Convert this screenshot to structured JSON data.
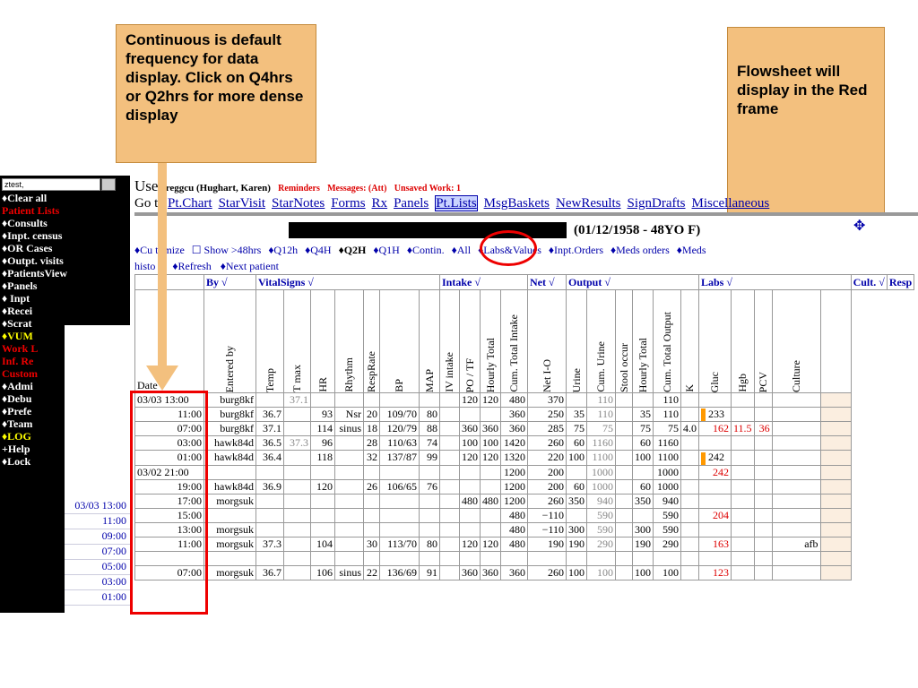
{
  "callouts": {
    "left": "Continuous is default frequency for data display. Click on Q4hrs or Q2hrs for more dense display",
    "right": "Flowsheet will display in the Red frame"
  },
  "leftnav": {
    "search_value": "ztest,",
    "items": [
      {
        "label": "♦Clear all",
        "color": "white"
      },
      {
        "label": "Patient Lists",
        "color": "red"
      },
      {
        "label": "♦Consults",
        "color": "white"
      },
      {
        "label": "♦Inpt. census",
        "color": "white"
      },
      {
        "label": "♦OR Cases",
        "color": "white"
      },
      {
        "label": "♦Outpt. visits",
        "color": "white"
      },
      {
        "label": "♦PatientsView",
        "color": "white"
      },
      {
        "label": "♦Panels",
        "color": "white"
      },
      {
        "label": "♦ Inpt",
        "color": "white"
      },
      {
        "label": "♦Recei",
        "color": "white"
      },
      {
        "label": "♦Scrat",
        "color": "white"
      },
      {
        "label": "♦VUM",
        "color": "yellow"
      },
      {
        "label": "Work L",
        "color": "red"
      },
      {
        "label": "Inf. Re",
        "color": "red"
      },
      {
        "label": "Custom",
        "color": "red"
      },
      {
        "label": "♦Admi",
        "color": "white"
      },
      {
        "label": "♦Debu",
        "color": "white"
      },
      {
        "label": "♦Prefe",
        "color": "white"
      },
      {
        "label": "♦Team",
        "color": "white"
      },
      {
        "label": "♦LOG",
        "color": "yellow"
      },
      {
        "label": "+Help",
        "color": "white"
      },
      {
        "label": "♦Lock",
        "color": "white"
      }
    ],
    "sub_times": [
      "03/03 13:00",
      "11:00",
      "09:00",
      "07:00",
      "05:00",
      "03:00",
      "01:00"
    ]
  },
  "header": {
    "user_prefix": "Use",
    "user": "vreggcu (Hughart, Karen)",
    "reminders": "Reminders",
    "messages": "Messages: (",
    "messages_suffix": "Att)",
    "unsaved": "Unsaved Work: 1",
    "goto_label": "Go t",
    "links": [
      "Pt.Chart",
      "StarVisit",
      "StarNotes",
      "Forms",
      "Rx",
      "Panels",
      "Pt.Lists",
      "MsgBaskets",
      "NewResults",
      "SignDrafts",
      "Miscellaneous"
    ],
    "dob": "(01/12/1958 - 48YO F)",
    "options": [
      "♦Cu tomize",
      "☐ Show >48hrs",
      "♦Q12h",
      "♦Q4H",
      "♦Q2H",
      "♦Q1H",
      "♦Contin.",
      "♦All",
      "♦Labs&Values",
      "♦Inpt.Orders",
      "♦Meds orders",
      "♦Meds"
    ],
    "options2": [
      "histo y",
      "♦Refresh",
      "♦Next patient"
    ]
  },
  "table": {
    "groups": [
      {
        "label": "",
        "span": 1
      },
      {
        "label": "By √",
        "span": 1
      },
      {
        "label": "VitalSigns √",
        "span": 7
      },
      {
        "label": "Intake √",
        "span": 4
      },
      {
        "label": "Net √",
        "span": 1
      },
      {
        "label": "Output √",
        "span": 6
      },
      {
        "label": "Labs √",
        "span": 5
      },
      {
        "label": "Cult. √",
        "span": 1
      },
      {
        "label": "Resp",
        "span": 1
      }
    ],
    "columns": [
      "Date",
      "Entered by",
      "Temp",
      "T max",
      "HR",
      "Rhythm",
      "RespRate",
      "BP",
      "MAP",
      "IV intake",
      "PO / TF",
      "Hourly Total",
      "Cum. Total Intake",
      "Net I-O",
      "Urine",
      "Cum. Urine",
      "Stool occur",
      "Hourly Total",
      "Cum. Total Output",
      "K",
      "Gluc",
      "Hgb",
      "PCV",
      "Culture",
      ""
    ],
    "rows": [
      [
        "03/03 13:00",
        "burg8kf",
        "",
        "37.1",
        "",
        "",
        "",
        "",
        "",
        "",
        "120",
        "120",
        "480",
        "370",
        "",
        "110",
        "",
        "",
        "110",
        "",
        "",
        "",
        "",
        "",
        ""
      ],
      [
        "11:00",
        "burg8kf",
        "36.7",
        "",
        "93",
        "Nsr",
        "20",
        "109/70",
        "80",
        "",
        "",
        "",
        "360",
        "250",
        "35",
        "110",
        "",
        "35",
        "110",
        "",
        "233",
        "",
        "",
        "",
        ""
      ],
      [
        "07:00",
        "burg8kf",
        "37.1",
        "",
        "114",
        "sinus",
        "18",
        "120/79",
        "88",
        "",
        "360",
        "360",
        "360",
        "285",
        "75",
        "75",
        "",
        "75",
        "75",
        "4.0",
        "162",
        "11.5",
        "36",
        "",
        ""
      ],
      [
        "03:00",
        "hawk84d",
        "36.5",
        "37.3",
        "96",
        "",
        "28",
        "110/63",
        "74",
        "",
        "100",
        "100",
        "1420",
        "260",
        "60",
        "1160",
        "",
        "60",
        "1160",
        "",
        "",
        "",
        "",
        "",
        ""
      ],
      [
        "01:00",
        "hawk84d",
        "36.4",
        "",
        "118",
        "",
        "32",
        "137/87",
        "99",
        "",
        "120",
        "120",
        "1320",
        "220",
        "100",
        "1100",
        "",
        "100",
        "1100",
        "",
        "242",
        "",
        "",
        "",
        ""
      ],
      [
        "03/02 21:00",
        "",
        "",
        "",
        "",
        "",
        "",
        "",
        "",
        "",
        "",
        "",
        "1200",
        "200",
        "",
        "1000",
        "",
        "",
        "1000",
        "",
        "242",
        "",
        "",
        "",
        ""
      ],
      [
        "19:00",
        "hawk84d",
        "36.9",
        "",
        "120",
        "",
        "26",
        "106/65",
        "76",
        "",
        "",
        "",
        "1200",
        "200",
        "60",
        "1000",
        "",
        "60",
        "1000",
        "",
        "",
        "",
        "",
        "",
        ""
      ],
      [
        "17:00",
        "morgsuk",
        "",
        "",
        "",
        "",
        "",
        "",
        "",
        "",
        "480",
        "480",
        "1200",
        "260",
        "350",
        "940",
        "",
        "350",
        "940",
        "",
        "",
        "",
        "",
        "",
        ""
      ],
      [
        "15:00",
        "",
        "",
        "",
        "",
        "",
        "",
        "",
        "",
        "",
        "",
        "",
        "480",
        "−110",
        "",
        "590",
        "",
        "",
        "590",
        "",
        "204",
        "",
        "",
        "",
        ""
      ],
      [
        "13:00",
        "morgsuk",
        "",
        "",
        "",
        "",
        "",
        "",
        "",
        "",
        "",
        "",
        "480",
        "−110",
        "300",
        "590",
        "",
        "300",
        "590",
        "",
        "",
        "",
        "",
        "",
        ""
      ],
      [
        "11:00",
        "morgsuk",
        "37.3",
        "",
        "104",
        "",
        "30",
        "113/70",
        "80",
        "",
        "120",
        "120",
        "480",
        "190",
        "190",
        "290",
        "",
        "190",
        "290",
        "",
        "163",
        "",
        "",
        "afb",
        ""
      ],
      [
        "",
        "",
        "",
        "",
        "",
        "",
        "",
        "",
        "",
        "",
        "",
        "",
        "",
        "",
        "",
        "",
        "",
        "",
        "",
        "",
        "",
        "",
        "",
        "",
        ""
      ],
      [
        "07:00",
        "morgsuk",
        "36.7",
        "",
        "106",
        "sinus",
        "22",
        "136/69",
        "91",
        "",
        "360",
        "360",
        "360",
        "260",
        "100",
        "100",
        "",
        "100",
        "100",
        "",
        "123",
        "",
        "",
        "",
        ""
      ]
    ]
  }
}
